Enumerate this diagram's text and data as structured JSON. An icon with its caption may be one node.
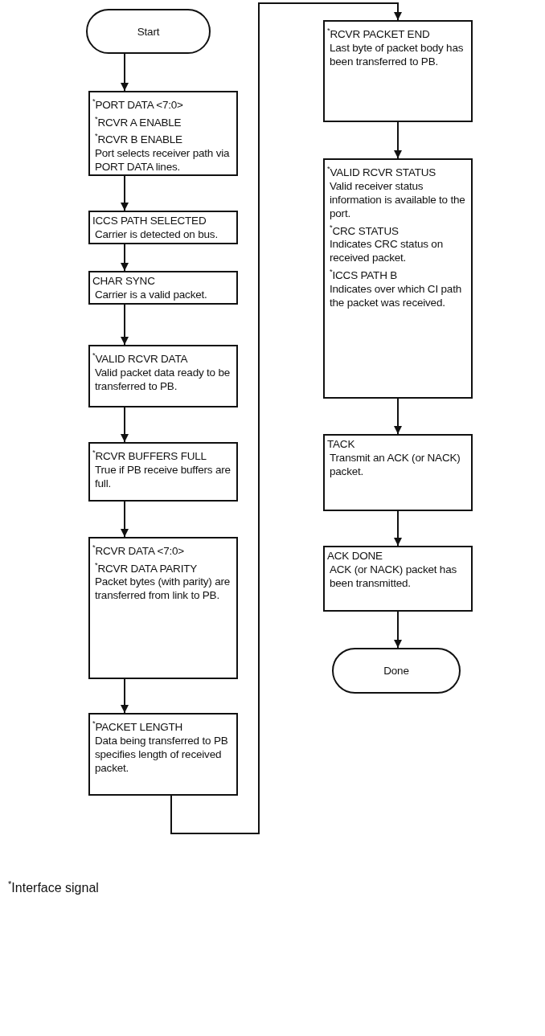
{
  "diagram": {
    "nodes": [
      {
        "text": [
          "Start"
        ]
      },
      {
        "text": [
          "$^{*}$PORT DATA <7:0>",
          "$^{*}$RCVR A ENABLE",
          "$^{*}$RCVR B ENABLE",
          "Port selects receiver path via PORT DATA lines."
        ]
      },
      {
        "text": [
          "ICCS PATH SELECTED",
          "Carrier is detected on bus."
        ]
      },
      {
        "text": [
          "CHAR SYNC",
          "Carrier is a valid packet."
        ]
      },
      {
        "text": [
          "$^{*}$VALID RCVR DATA",
          "Valid packet data ready to be transferred to PB."
        ]
      },
      {
        "text": [
          "$^{*}$RCVR BUFFERS FULL",
          "True if PB receive buffers are full."
        ]
      },
      {
        "text": [
          "$^{*}$RCVR DATA <7:0>",
          "$^{*}$RCVR DATA PARITY",
          "Packet bytes (with parity) are transferred from link to PB."
        ]
      },
      {
        "text": [
          "$^{*}$PACKET LENGTH",
          "Data being transferred to PB specifies length of received packet."
        ]
      },
      {
        "text": [
          "$^{*}$RCVR PACKET END",
          "Last byte of packet body has been transferred to PB."
        ]
      },
      {
        "text": [
          "$^{*}$VALID RCVR STATUS",
          "Valid receiver status information is available to the port.",
          "$^{*}$CRC STATUS",
          "Indicates CRC status on received packet.",
          "$^{*}$ICCS PATH B",
          "Indicates over which CI path the packet was received."
        ]
      },
      {
        "text": [
          "TACK",
          "Transmit an ACK (or NACK) packet."
        ]
      },
      {
        "text": [
          "ACK DONE",
          "ACK (or NACK) packet has been transmitted."
        ]
      },
      {
        "text": [
          "Done"
        ]
      }
    ],
    "edges": [
      {
        "from": 0,
        "to": 1,
        "arrow": "to"
      },
      {
        "from": 1,
        "to": 2,
        "arrow": "to"
      },
      {
        "from": 2,
        "to": 3,
        "arrow": "to"
      },
      {
        "from": 3,
        "to": 4,
        "arrow": "to"
      },
      {
        "from": 4,
        "to": 5,
        "arrow": "to"
      },
      {
        "from": 5,
        "to": 6,
        "arrow": "to"
      },
      {
        "from": 6,
        "to": 7,
        "arrow": "to"
      },
      {
        "from": 7,
        "to": 8,
        "arrow": "to"
      },
      {
        "from": 8,
        "to": 9,
        "arrow": "to"
      },
      {
        "from": 9,
        "to": 10,
        "arrow": "to"
      },
      {
        "from": 10,
        "to": 11,
        "arrow": "to"
      },
      {
        "from": 11,
        "to": 12,
        "arrow": "to"
      }
    ],
    "labels": [
      "$^{*}$Interface signal"
    ]
  }
}
